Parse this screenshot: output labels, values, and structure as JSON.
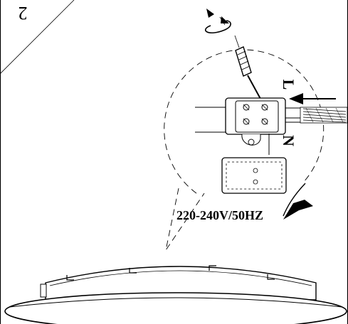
{
  "diagram": {
    "step_number": "2",
    "live_label": "L",
    "neutral_label": "N",
    "voltage_label": "220-240V/50HZ"
  }
}
